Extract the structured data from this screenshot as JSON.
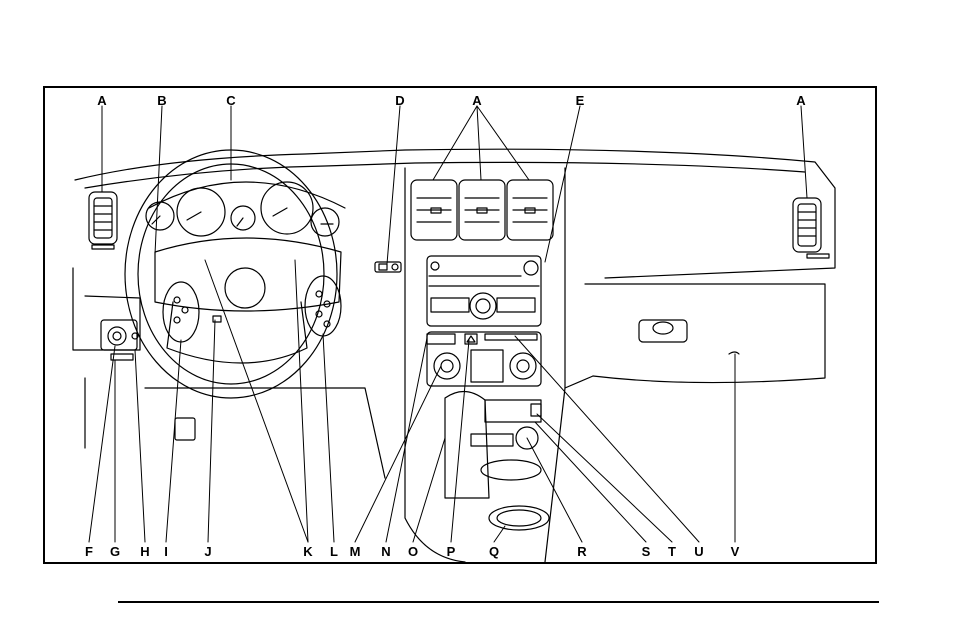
{
  "colors": {
    "ink": "#000000",
    "paper": "#ffffff"
  },
  "labels_top": [
    {
      "id": "A",
      "text": "A"
    },
    {
      "id": "B",
      "text": "B"
    },
    {
      "id": "C",
      "text": "C"
    },
    {
      "id": "D",
      "text": "D"
    },
    {
      "id": "A2",
      "text": "A"
    },
    {
      "id": "E",
      "text": "E"
    },
    {
      "id": "A3",
      "text": "A"
    }
  ],
  "labels_bottom": [
    {
      "id": "F",
      "text": "F"
    },
    {
      "id": "G",
      "text": "G"
    },
    {
      "id": "H",
      "text": "H"
    },
    {
      "id": "I",
      "text": "I"
    },
    {
      "id": "J",
      "text": "J"
    },
    {
      "id": "K",
      "text": "K"
    },
    {
      "id": "L",
      "text": "L"
    },
    {
      "id": "M",
      "text": "M"
    },
    {
      "id": "N",
      "text": "N"
    },
    {
      "id": "O",
      "text": "O"
    },
    {
      "id": "P",
      "text": "P"
    },
    {
      "id": "Q",
      "text": "Q"
    },
    {
      "id": "R",
      "text": "R"
    },
    {
      "id": "S",
      "text": "S"
    },
    {
      "id": "T",
      "text": "T"
    },
    {
      "id": "U",
      "text": "U"
    },
    {
      "id": "V",
      "text": "V"
    }
  ]
}
